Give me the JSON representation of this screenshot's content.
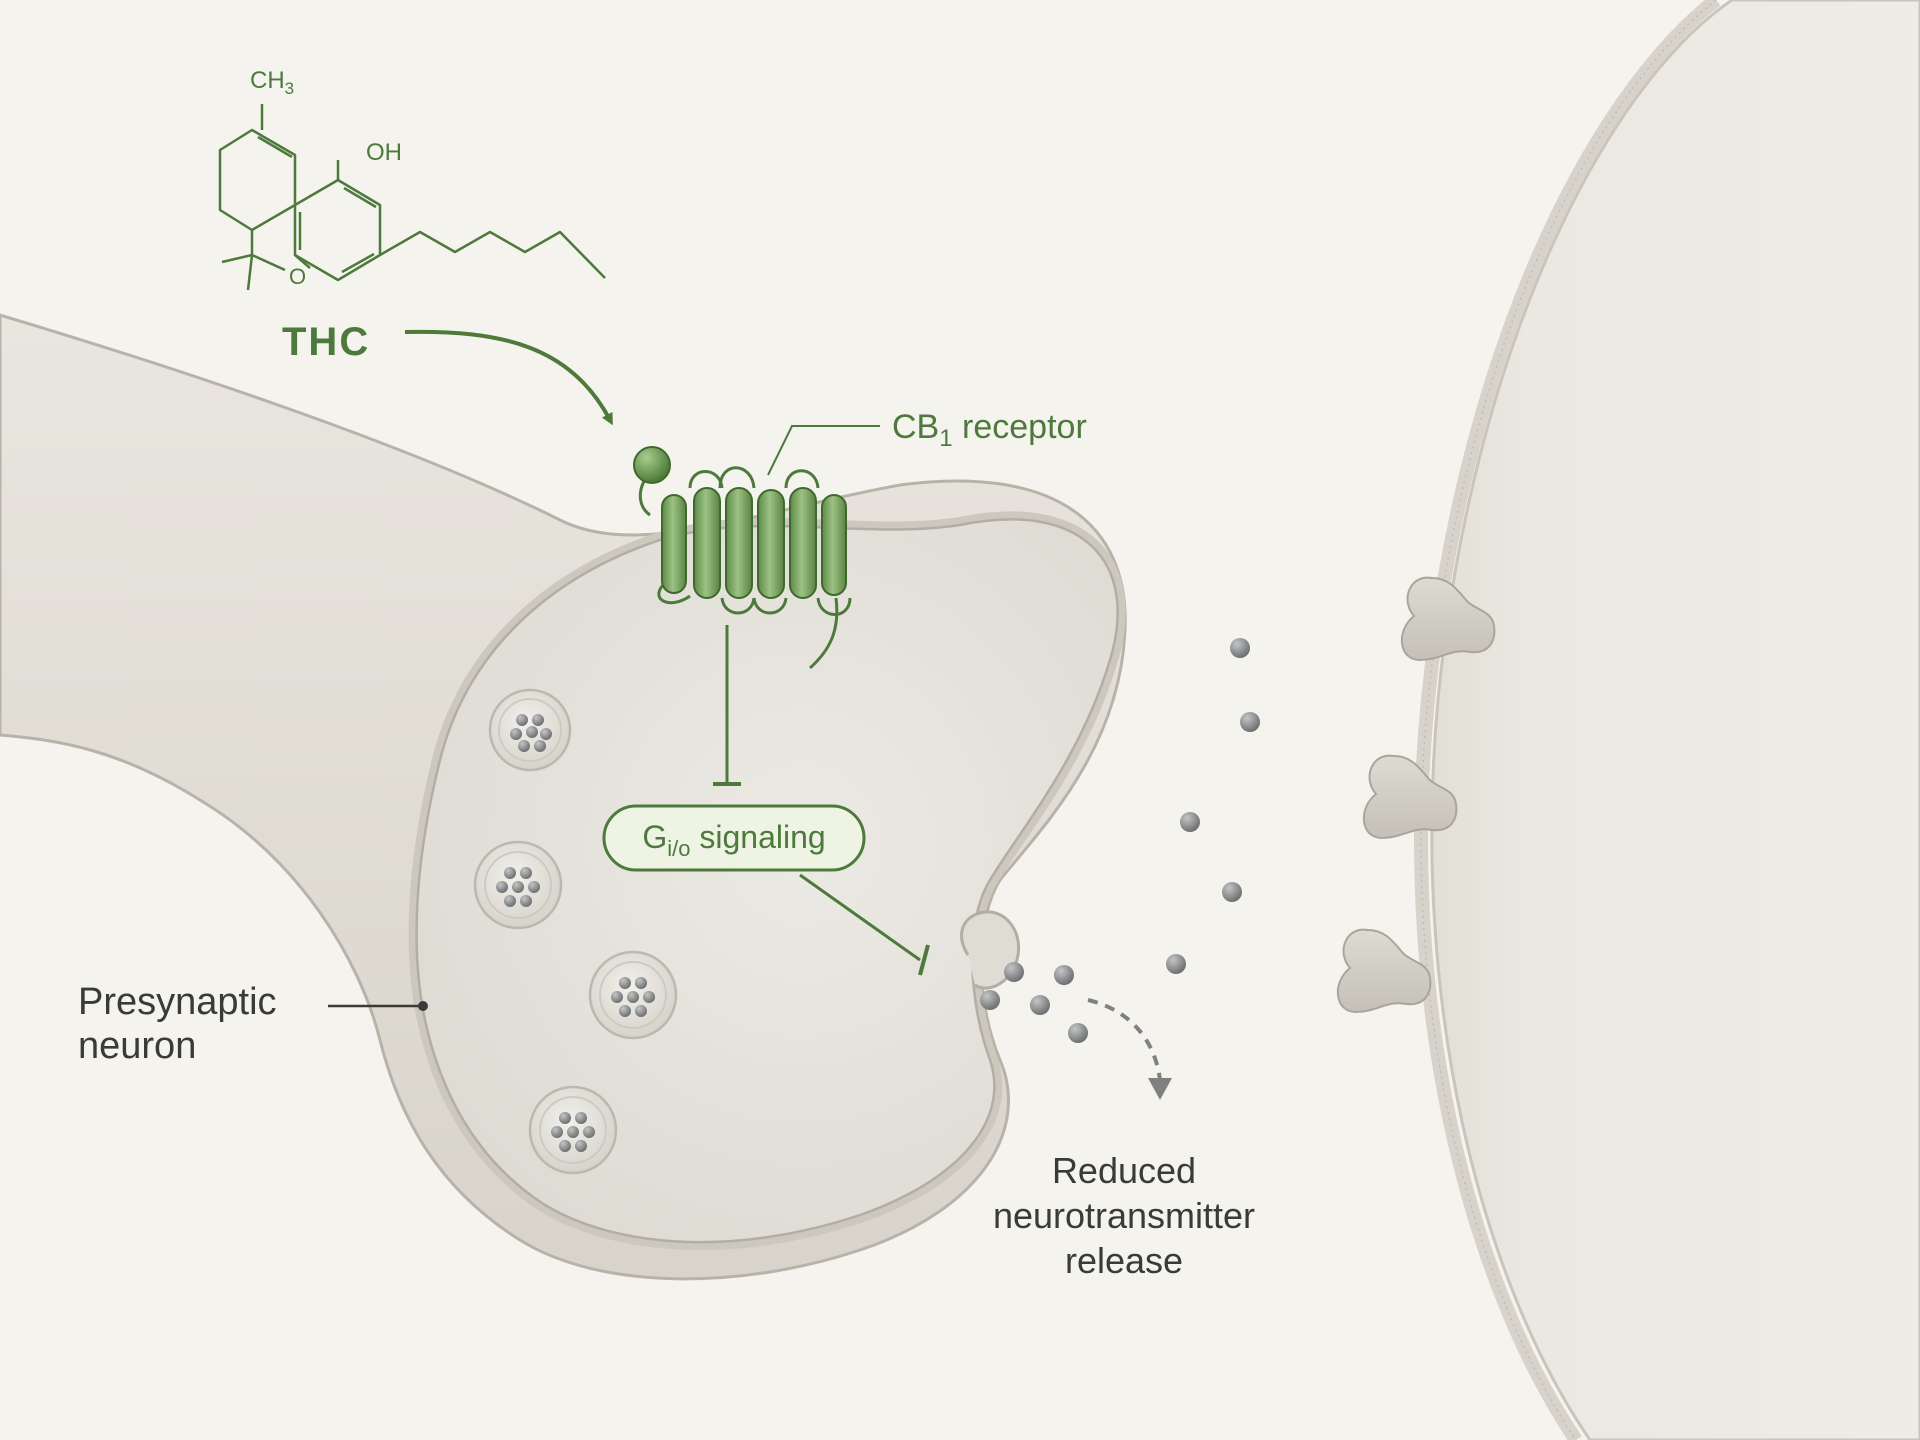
{
  "molecule": {
    "name": "THC",
    "substituent_methyl": "CH",
    "substituent_methyl_sub": "3",
    "substituent_hydroxyl": "OH",
    "ring_oxygen": "O"
  },
  "receptor": {
    "label_main": "CB",
    "label_sub": "1",
    "label_rest": " receptor"
  },
  "signaling": {
    "label_main": "G",
    "label_sub": "i/o",
    "label_rest": " signaling"
  },
  "presynaptic": {
    "line1": "Presynaptic",
    "line2": "neuron"
  },
  "release": {
    "line1": "Reduced",
    "line2": "neurotransmitter",
    "line3": "release"
  },
  "colors": {
    "accent_green": "#4d7a3c",
    "receptor_green": "#7ba763",
    "background": "#f4f3ee",
    "membrane": "#e4e1d9",
    "text": "#3a3a38"
  }
}
